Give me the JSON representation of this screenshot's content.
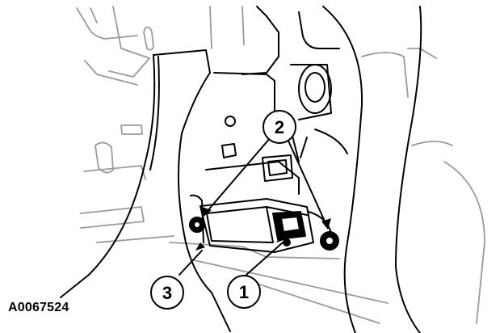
{
  "figure_id": "A0067524",
  "callouts": [
    {
      "label": "1"
    },
    {
      "label": "2"
    },
    {
      "label": "3"
    }
  ]
}
